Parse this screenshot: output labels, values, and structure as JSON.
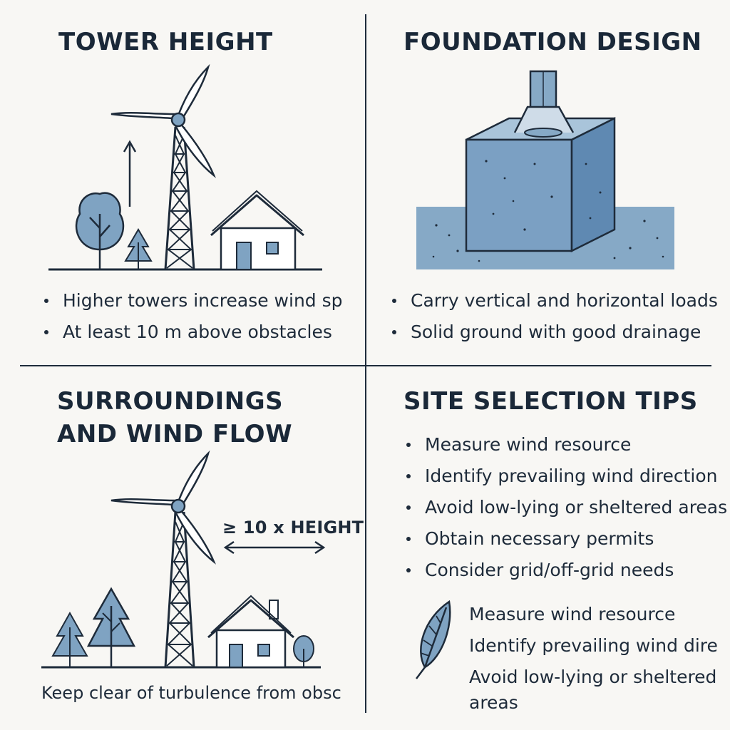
{
  "colors": {
    "ink": "#1e2b3a",
    "accent_blue": "#7fa3c2",
    "concrete_blue": "#6e97bd",
    "ground_blue": "#86a9c6",
    "background": "#f8f7f4"
  },
  "panels": {
    "tower_height": {
      "title": "TOWER HEIGHT",
      "bullets": [
        "Higher towers increase wind sp",
        "At least 10 m above obstacles"
      ],
      "icons": [
        "wind-turbine-icon",
        "arrow-up-icon",
        "tree-icon",
        "pine-tree-icon",
        "house-icon"
      ]
    },
    "foundation_design": {
      "title": "FOUNDATION DESIGN",
      "bullets": [
        "Carry vertical and horizontal loads",
        "Solid ground with good drainage"
      ],
      "icons": [
        "concrete-foundation-icon",
        "tower-pole-icon",
        "ground-icon"
      ]
    },
    "surroundings": {
      "title_line1": "SURROUNDINGS",
      "title_line2": "AND WIND FLOW",
      "distance_label": "≥ 10 x HEIGHT",
      "caption": "Keep clear of turbulence from obsc",
      "icons": [
        "wind-turbine-icon",
        "double-arrow-icon",
        "pine-tree-icon",
        "house-icon",
        "tree-icon"
      ]
    },
    "site_selection": {
      "title": "SITE SELECTION TIPS",
      "bullets": [
        "Measure wind resource",
        "Identify prevailing wind direction",
        "Avoid low-lying or sheltered areas",
        "Obtain necessary permits",
        "Consider grid/off-grid needs"
      ],
      "repeat_lines": [
        "Measure wind resource",
        "Identify prevailing wind dire",
        "Avoid low-lying or sheltered areas"
      ],
      "icons": [
        "leaf-icon"
      ]
    }
  }
}
